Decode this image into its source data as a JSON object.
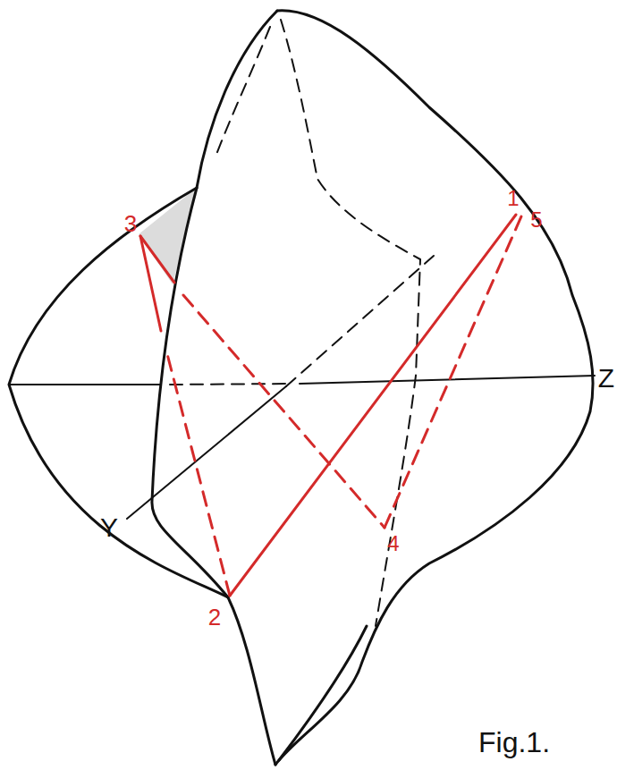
{
  "diagram": {
    "caption": "Fig.1.",
    "labels": [
      "3",
      "1",
      "5",
      "2",
      "4",
      "Y",
      "Z"
    ]
  }
}
